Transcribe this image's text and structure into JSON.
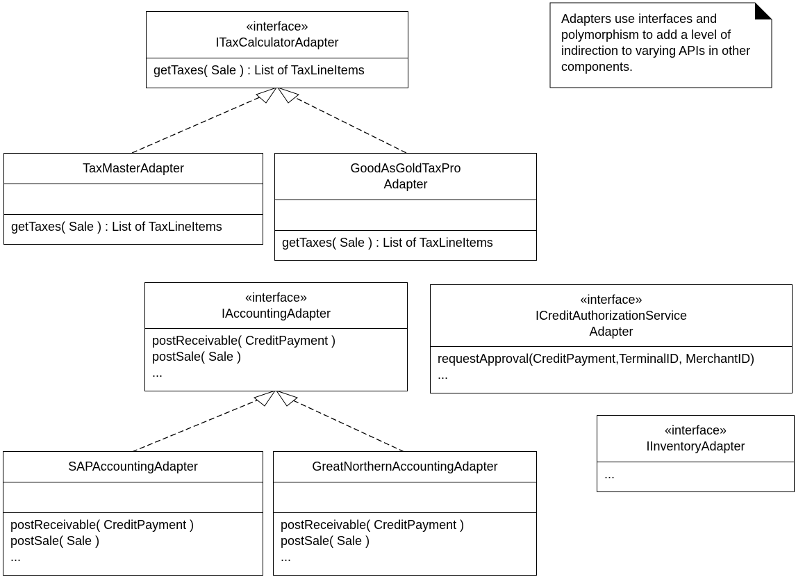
{
  "note": {
    "lines": [
      "Adapters use interfaces and",
      "polymorphism to add a level of",
      "indirection to varying APIs in other",
      "components."
    ]
  },
  "classes": {
    "itax": {
      "stereotype": "«interface»",
      "name": "ITaxCalculatorAdapter",
      "ops": [
        "getTaxes( Sale ) : List of TaxLineItems"
      ]
    },
    "taxmaster": {
      "name": "TaxMasterAdapter",
      "ops": [
        "getTaxes( Sale ) : List of TaxLineItems"
      ]
    },
    "goodasgold": {
      "name_lines": [
        "GoodAsGoldTaxPro",
        "Adapter"
      ],
      "ops": [
        "getTaxes( Sale ) : List of TaxLineItems"
      ]
    },
    "iaccounting": {
      "stereotype": "«interface»",
      "name": "IAccountingAdapter",
      "ops": [
        "postReceivable( CreditPayment )",
        "postSale( Sale )",
        "..."
      ]
    },
    "icredit": {
      "stereotype": "«interface»",
      "name_lines": [
        "ICreditAuthorizationService",
        "Adapter"
      ],
      "ops": [
        "requestApproval(CreditPayment,TerminalID, MerchantID)",
        "..."
      ]
    },
    "sap": {
      "name": "SAPAccountingAdapter",
      "ops": [
        "postReceivable( CreditPayment )",
        "postSale( Sale )",
        "..."
      ]
    },
    "greatnorthern": {
      "name": "GreatNorthernAccountingAdapter",
      "ops": [
        "postReceivable( CreditPayment )",
        "postSale( Sale )",
        "..."
      ]
    },
    "iinventory": {
      "stereotype": "«interface»",
      "name": "IInventoryAdapter",
      "ops": [
        "..."
      ]
    }
  }
}
